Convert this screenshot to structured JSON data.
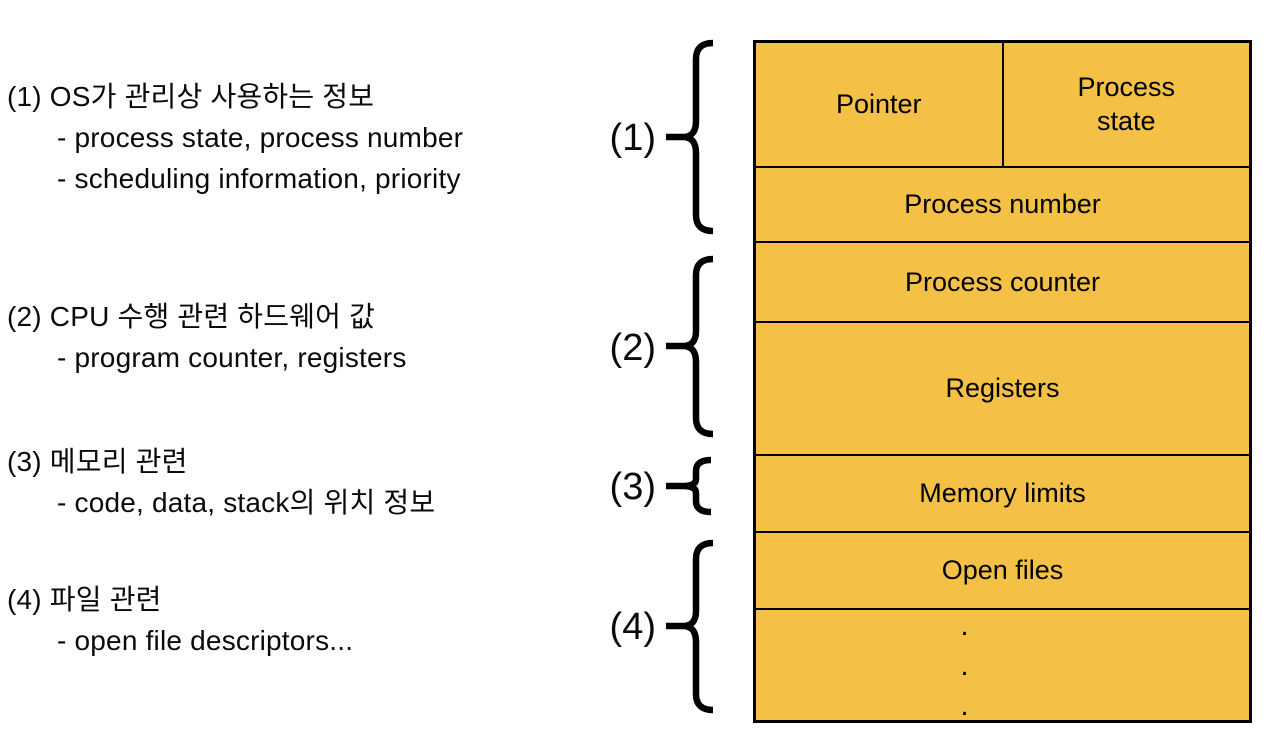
{
  "annotations": [
    {
      "heading": "(1) OS가 관리상 사용하는 정보",
      "details": [
        "- process state, process number",
        "- scheduling information, priority"
      ]
    },
    {
      "heading": "(2) CPU 수행 관련 하드웨어 값",
      "details": [
        "- program counter, registers"
      ]
    },
    {
      "heading": "(3) 메모리 관련",
      "details": [
        "- code, data, stack의 위치 정보"
      ]
    },
    {
      "heading": "(4) 파일 관련",
      "details": [
        "- open file descriptors..."
      ]
    }
  ],
  "braces": [
    {
      "label": "(1)"
    },
    {
      "label": "(2)"
    },
    {
      "label": "(3)"
    },
    {
      "label": "(4)"
    }
  ],
  "pcb": {
    "pointer": "Pointer",
    "process_state": "Process state",
    "process_number": "Process number",
    "process_counter": "Process counter",
    "registers": "Registers",
    "memory_limits": "Memory limits",
    "open_files": "Open files",
    "dots": [
      ".",
      ".",
      "."
    ]
  },
  "colors": {
    "cell_fill": "#F4C046",
    "border": "#000000",
    "text": "#0a0a0a"
  }
}
